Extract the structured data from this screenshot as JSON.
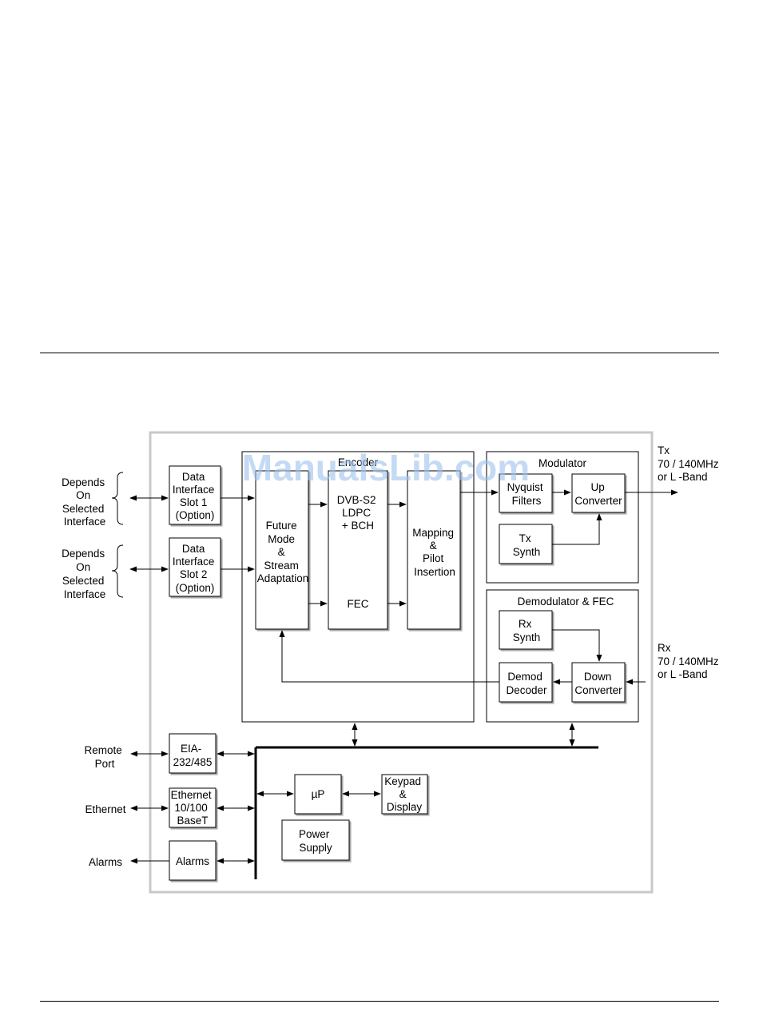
{
  "watermark": "ManualsLib.com",
  "blocks": {
    "slot1": [
      "Data",
      "Interface",
      "Slot 1",
      "(Option)"
    ],
    "slot2": [
      "Data",
      "Interface",
      "Slot 2",
      "(Option)"
    ],
    "future_mode": [
      "Future",
      "Mode",
      "&",
      "Stream",
      "Adaptation"
    ],
    "dvbs2": [
      "DVB-S2",
      "LDPC",
      "+ BCH"
    ],
    "fec": "FEC",
    "mapping": [
      "Mapping",
      "&",
      "Pilot",
      "Insertion"
    ],
    "nyquist": [
      "Nyquist",
      "Filters"
    ],
    "up_converter": [
      "Up",
      "Converter"
    ],
    "tx_synth": [
      "Tx",
      "Synth"
    ],
    "rx_synth": [
      "Rx",
      "Synth"
    ],
    "demod_decoder": [
      "Demod",
      "Decoder"
    ],
    "down_converter": [
      "Down",
      "Converter"
    ],
    "eia": [
      "EIA-",
      "232/485"
    ],
    "ethernet_block": [
      "Ethernet",
      "10/100",
      "BaseT"
    ],
    "alarms_block": "Alarms",
    "up": "µP",
    "keypad": [
      "Keypad",
      "&",
      "Display"
    ],
    "power": [
      "Power",
      "Supply"
    ]
  },
  "groups": {
    "encoder_title": "Encoder",
    "modulator_title": "Modulator",
    "demod_title": "Demodulator & FEC"
  },
  "external": {
    "depends1": [
      "Depends",
      "On",
      "Selected",
      "Interface"
    ],
    "depends2": [
      "Depends",
      "On",
      "Selected",
      "Interface"
    ],
    "tx": [
      "Tx",
      "70 / 140MHz",
      "or L -Band"
    ],
    "rx": [
      "Rx",
      "70 / 140MHz",
      "or L -Band"
    ],
    "remote_port": [
      "Remote",
      "Port"
    ],
    "ethernet": "Ethernet",
    "alarms": "Alarms"
  }
}
